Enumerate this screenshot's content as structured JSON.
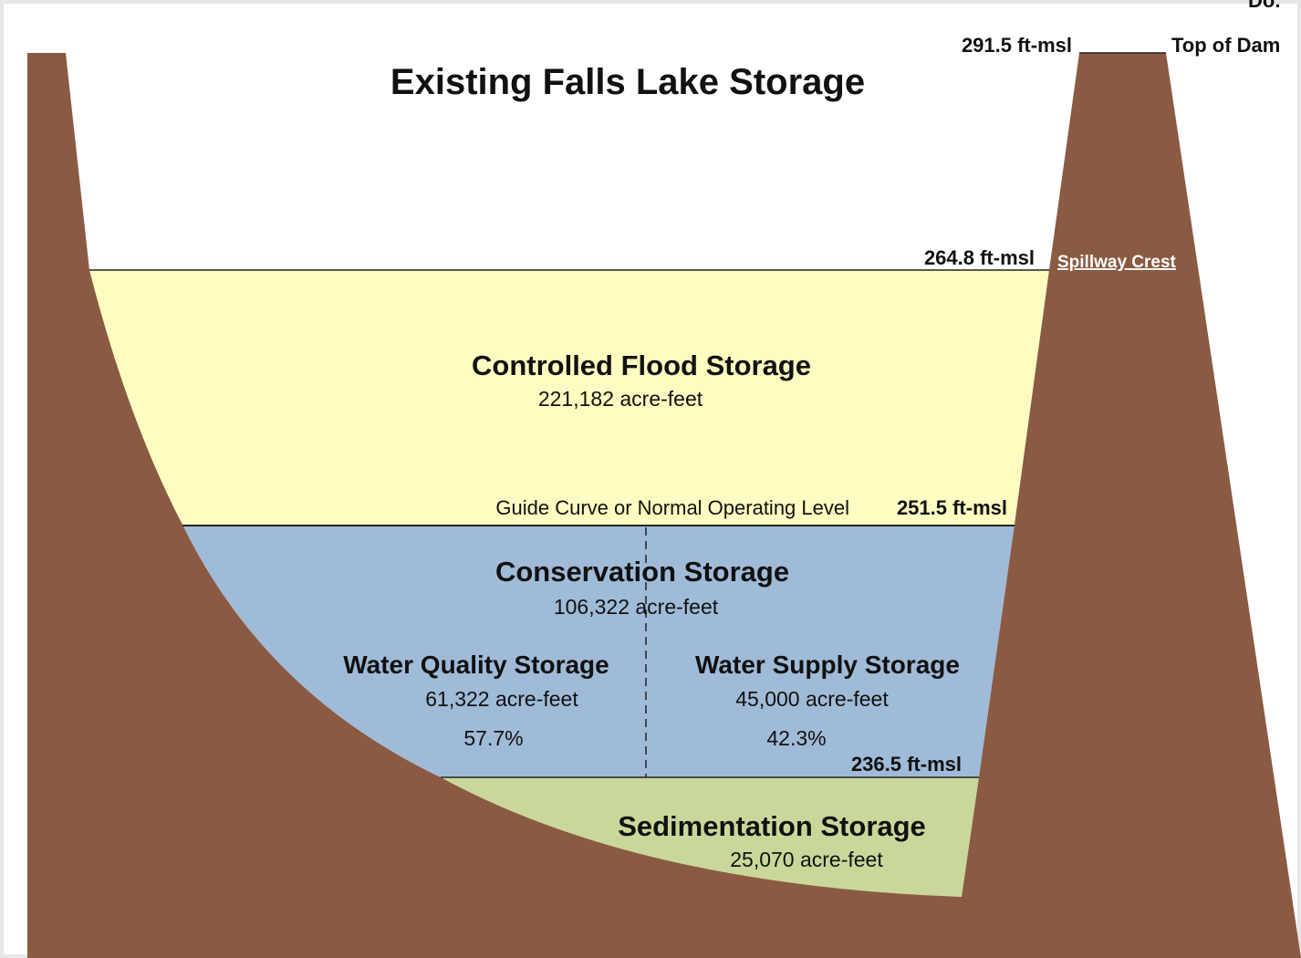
{
  "title": "Existing Falls Lake Storage",
  "corner_fragment": "Do.",
  "colors": {
    "earth": "#8a5a42",
    "flood": "#fefcc0",
    "conservation": "#a0bbd8",
    "sedimentation": "#c9d89a",
    "line": "#222222",
    "background_fade": "#eeeeee"
  },
  "levels": {
    "top_of_dam": {
      "elevation": "291.5 ft-msl",
      "label": "Top of Dam"
    },
    "spillway_crest": {
      "elevation": "264.8 ft-msl",
      "label": "Spillway Crest"
    },
    "guide_curve": {
      "elevation": "251.5 ft-msl",
      "label": "Guide Curve or Normal Operating Level"
    },
    "sediment_top": {
      "elevation": "236.5 ft-msl"
    }
  },
  "zones": {
    "controlled_flood": {
      "title": "Controlled Flood Storage",
      "value": "221,182 acre-feet"
    },
    "conservation": {
      "title": "Conservation Storage",
      "value": "106,322 acre-feet"
    },
    "water_quality": {
      "title": "Water Quality Storage",
      "value": "61,322 acre-feet",
      "percent": "57.7%"
    },
    "water_supply": {
      "title": "Water Supply Storage",
      "value": "45,000 acre-feet",
      "percent": "42.3%"
    },
    "sedimentation": {
      "title": "Sedimentation Storage",
      "value": "25,070 acre-feet"
    }
  }
}
